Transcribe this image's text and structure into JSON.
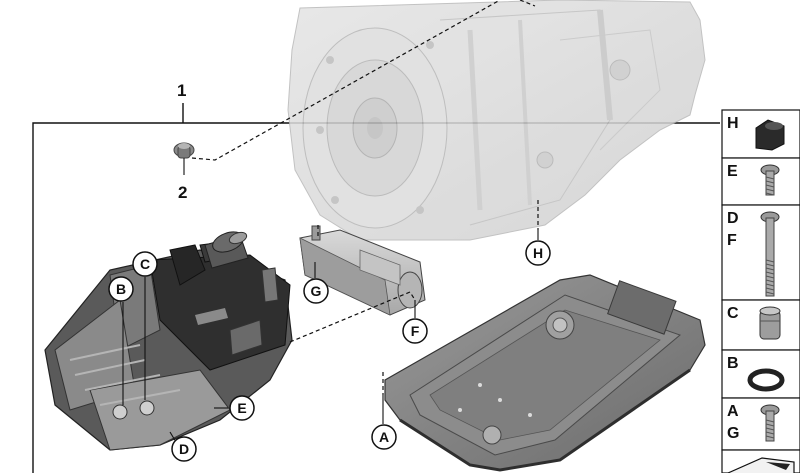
{
  "diagram": {
    "part_numbers": {
      "main": "1",
      "plug": "2"
    },
    "callouts": [
      "A",
      "B",
      "C",
      "D",
      "E",
      "F",
      "G",
      "H"
    ],
    "sidebar": [
      {
        "letter": "H",
        "second": "",
        "icon": "connector-icon"
      },
      {
        "letter": "E",
        "second": "",
        "icon": "short-bolt-icon"
      },
      {
        "letter": "D",
        "second": "F",
        "icon": "long-bolt-icon"
      },
      {
        "letter": "C",
        "second": "",
        "icon": "sleeve-icon"
      },
      {
        "letter": "B",
        "second": "",
        "icon": "o-ring-icon"
      },
      {
        "letter": "A",
        "second": "G",
        "icon": "bolt-icon"
      },
      {
        "letter": "",
        "second": "",
        "icon": "kit-box-icon"
      }
    ]
  }
}
